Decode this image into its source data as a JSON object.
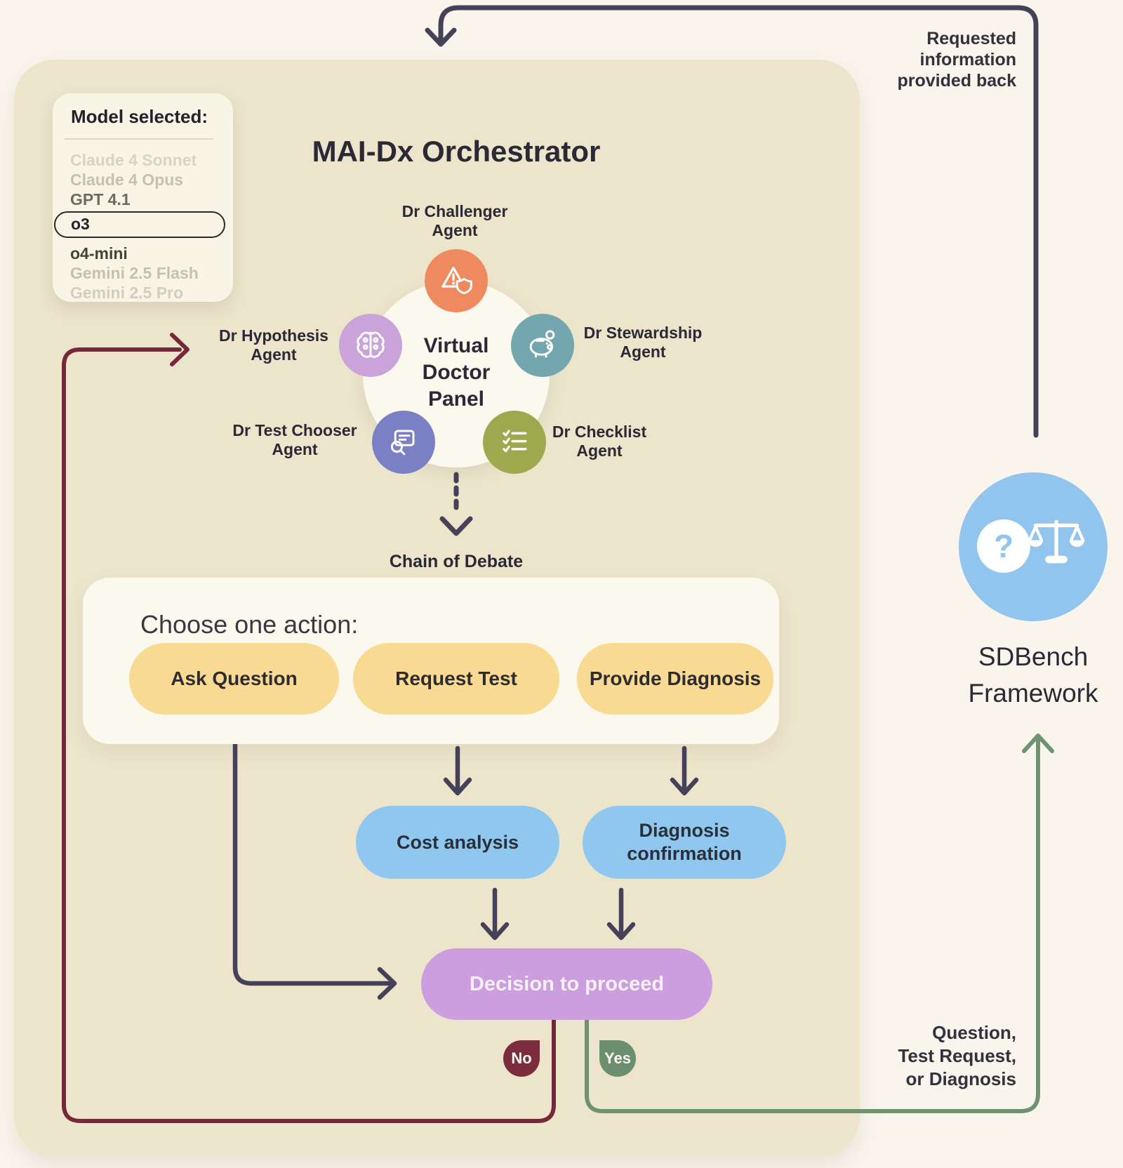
{
  "title": "MAI-Dx Orchestrator",
  "model_box": {
    "title": "Model selected:",
    "models": [
      {
        "label": "Claude 4 Sonnet"
      },
      {
        "label": "Claude 4 Opus"
      },
      {
        "label": "GPT 4.1"
      },
      {
        "label": "o3"
      },
      {
        "label": "o4-mini"
      },
      {
        "label": "Gemini 2.5 Flash"
      },
      {
        "label": "Gemini 2.5 Pro"
      }
    ],
    "selected_model": "o3"
  },
  "orchestrator": {
    "panel_label": "Virtual Doctor Panel",
    "agents": [
      {
        "label": "Dr Challenger Agent",
        "icon": "warning-shield-icon",
        "color": "#ef8a5e"
      },
      {
        "label": "Dr Hypothesis Agent",
        "icon": "brain-icon",
        "color": "#c9a3da"
      },
      {
        "label": "Dr Stewardship Agent",
        "icon": "piggy-bank-icon",
        "color": "#73a6ae"
      },
      {
        "label": "Dr Test Chooser Agent",
        "icon": "document-search-icon",
        "color": "#7b80c4"
      },
      {
        "label": "Dr Checklist Agent",
        "icon": "checklist-icon",
        "color": "#9ea84e"
      }
    ],
    "chain_label": "Chain of Debate"
  },
  "action_box": {
    "heading": "Choose one action:",
    "actions": [
      "Ask Question",
      "Request Test",
      "Provide Diagnosis"
    ]
  },
  "flow_nodes": {
    "cost": "Cost analysis",
    "diagnosis": "Diagnosis confirmation",
    "decision": "Decision to proceed"
  },
  "decision_badges": {
    "no": "No",
    "yes": "Yes"
  },
  "sdbench": {
    "name_line1": "SDBench",
    "name_line2": "Framework",
    "question_glyph": "?",
    "icons": [
      "question-mark-icon",
      "scales-icon"
    ]
  },
  "annotations": {
    "top_right": [
      "Requested",
      "information",
      "provided back"
    ],
    "bottom_right": [
      "Question,",
      "Test Request,",
      "or Diagnosis"
    ]
  },
  "colors": {
    "background": "#f9f5ec",
    "panel": "#ece4cb",
    "card": "#fbf8ee",
    "action_button": "#f8da92",
    "blue_node": "#8fc7ef",
    "decision_node": "#cb9edd",
    "sdbench_blue": "#92c5ee",
    "no_loop": "#74283a",
    "yes_loop": "#6f9271",
    "wire": "#454159"
  }
}
